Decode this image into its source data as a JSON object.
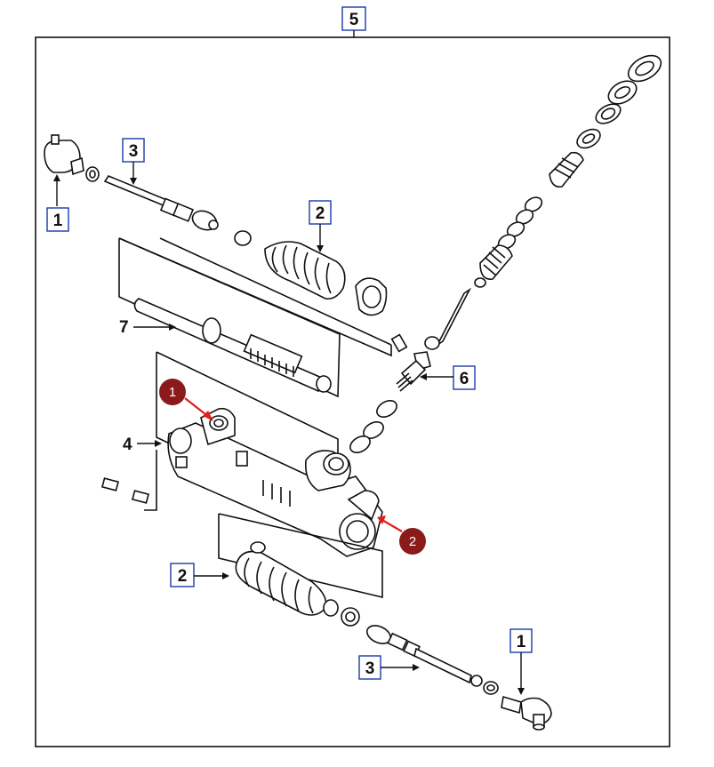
{
  "labels": {
    "assembly": "5",
    "tie_rod_end_upper": "1",
    "tie_rod_end_lower": "1",
    "inner_tie_rod_upper": "3",
    "inner_tie_rod_lower": "3",
    "boot_upper": "2",
    "boot_lower": "2",
    "housing": "4",
    "pinion": "6",
    "rack": "7"
  },
  "markers": {
    "marker_1": "1",
    "marker_2": "2"
  },
  "colors": {
    "label_box_border": "#1a3aa8",
    "marker_fill": "#8b1a1a",
    "marker_arrow": "#e01e1e",
    "line": "#111111"
  }
}
